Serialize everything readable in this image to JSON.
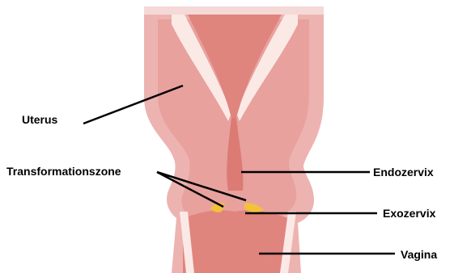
{
  "labels": {
    "uterus": "Uterus",
    "transformation_zone": "Transformationszone",
    "endocervix": "Endozervix",
    "exocervix": "Exozervix",
    "vagina": "Vagina"
  },
  "colors": {
    "tissue_outer": "#EDB3B0",
    "tissue_mid": "#E8A19D",
    "cavity": "#E0847E",
    "canal": "#DC7A74",
    "lining_highlight": "#FBE9E5",
    "transformation_zone": "#F2C23A",
    "background_top": "#F5D9D7",
    "line": "#000000"
  }
}
